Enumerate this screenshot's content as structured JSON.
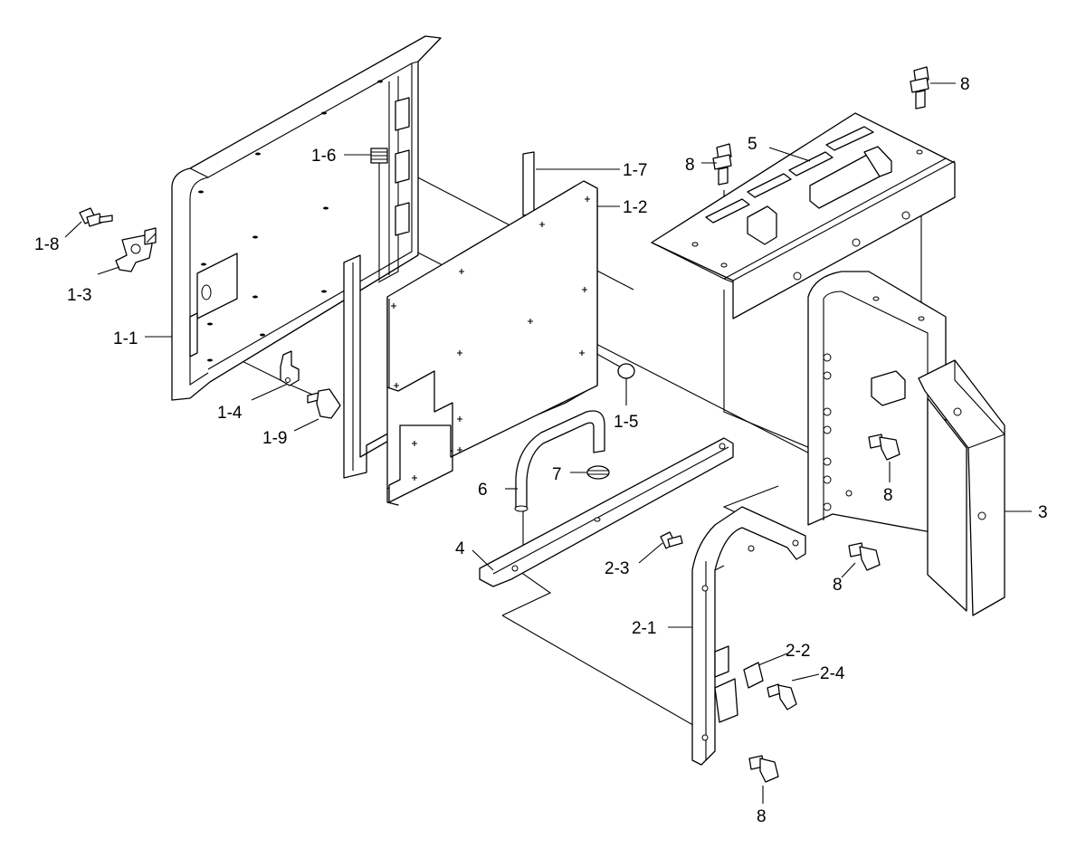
{
  "labels": {
    "l_1_1": "1-1",
    "l_1_2": "1-2",
    "l_1_3": "1-3",
    "l_1_4": "1-4",
    "l_1_5": "1-5",
    "l_1_6": "1-6",
    "l_1_7": "1-7",
    "l_1_8": "1-8",
    "l_1_9": "1-9",
    "l_2_1": "2-1",
    "l_2_2": "2-2",
    "l_2_3": "2-3",
    "l_2_4": "2-4",
    "l_3": "3",
    "l_4": "4",
    "l_5": "5",
    "l_6": "6",
    "l_7": "7",
    "l_8": "8"
  }
}
